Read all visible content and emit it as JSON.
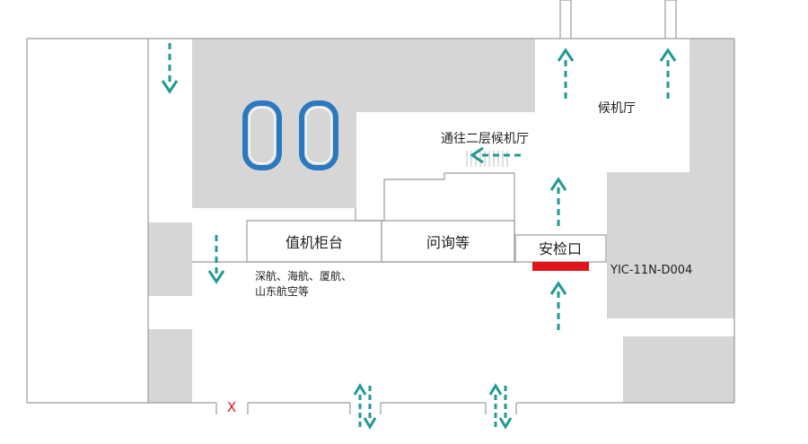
{
  "map": {
    "labels": {
      "waiting_hall": "候机厅",
      "to_second_floor": "通往二层候机厅",
      "checkin_counter": "值机柜台",
      "inquiry": "问询等",
      "security": "安检口",
      "airlines_line1": "深航、海航、厦航、",
      "airlines_line2": "山东航空等",
      "gate_code": "YIC-11N-D004",
      "closed_mark": "X"
    },
    "colors": {
      "wall": "#9b9b9b",
      "shade": "#d6d6d6",
      "arrow": "#1f9a94",
      "carousel": "#2a79c0",
      "marker": "#e0151b",
      "closed": "#e0151b"
    },
    "icons": {
      "arrow": "dashed-arrow-icon",
      "carousel": "baggage-carousel-icon",
      "marker": "location-marker"
    }
  }
}
